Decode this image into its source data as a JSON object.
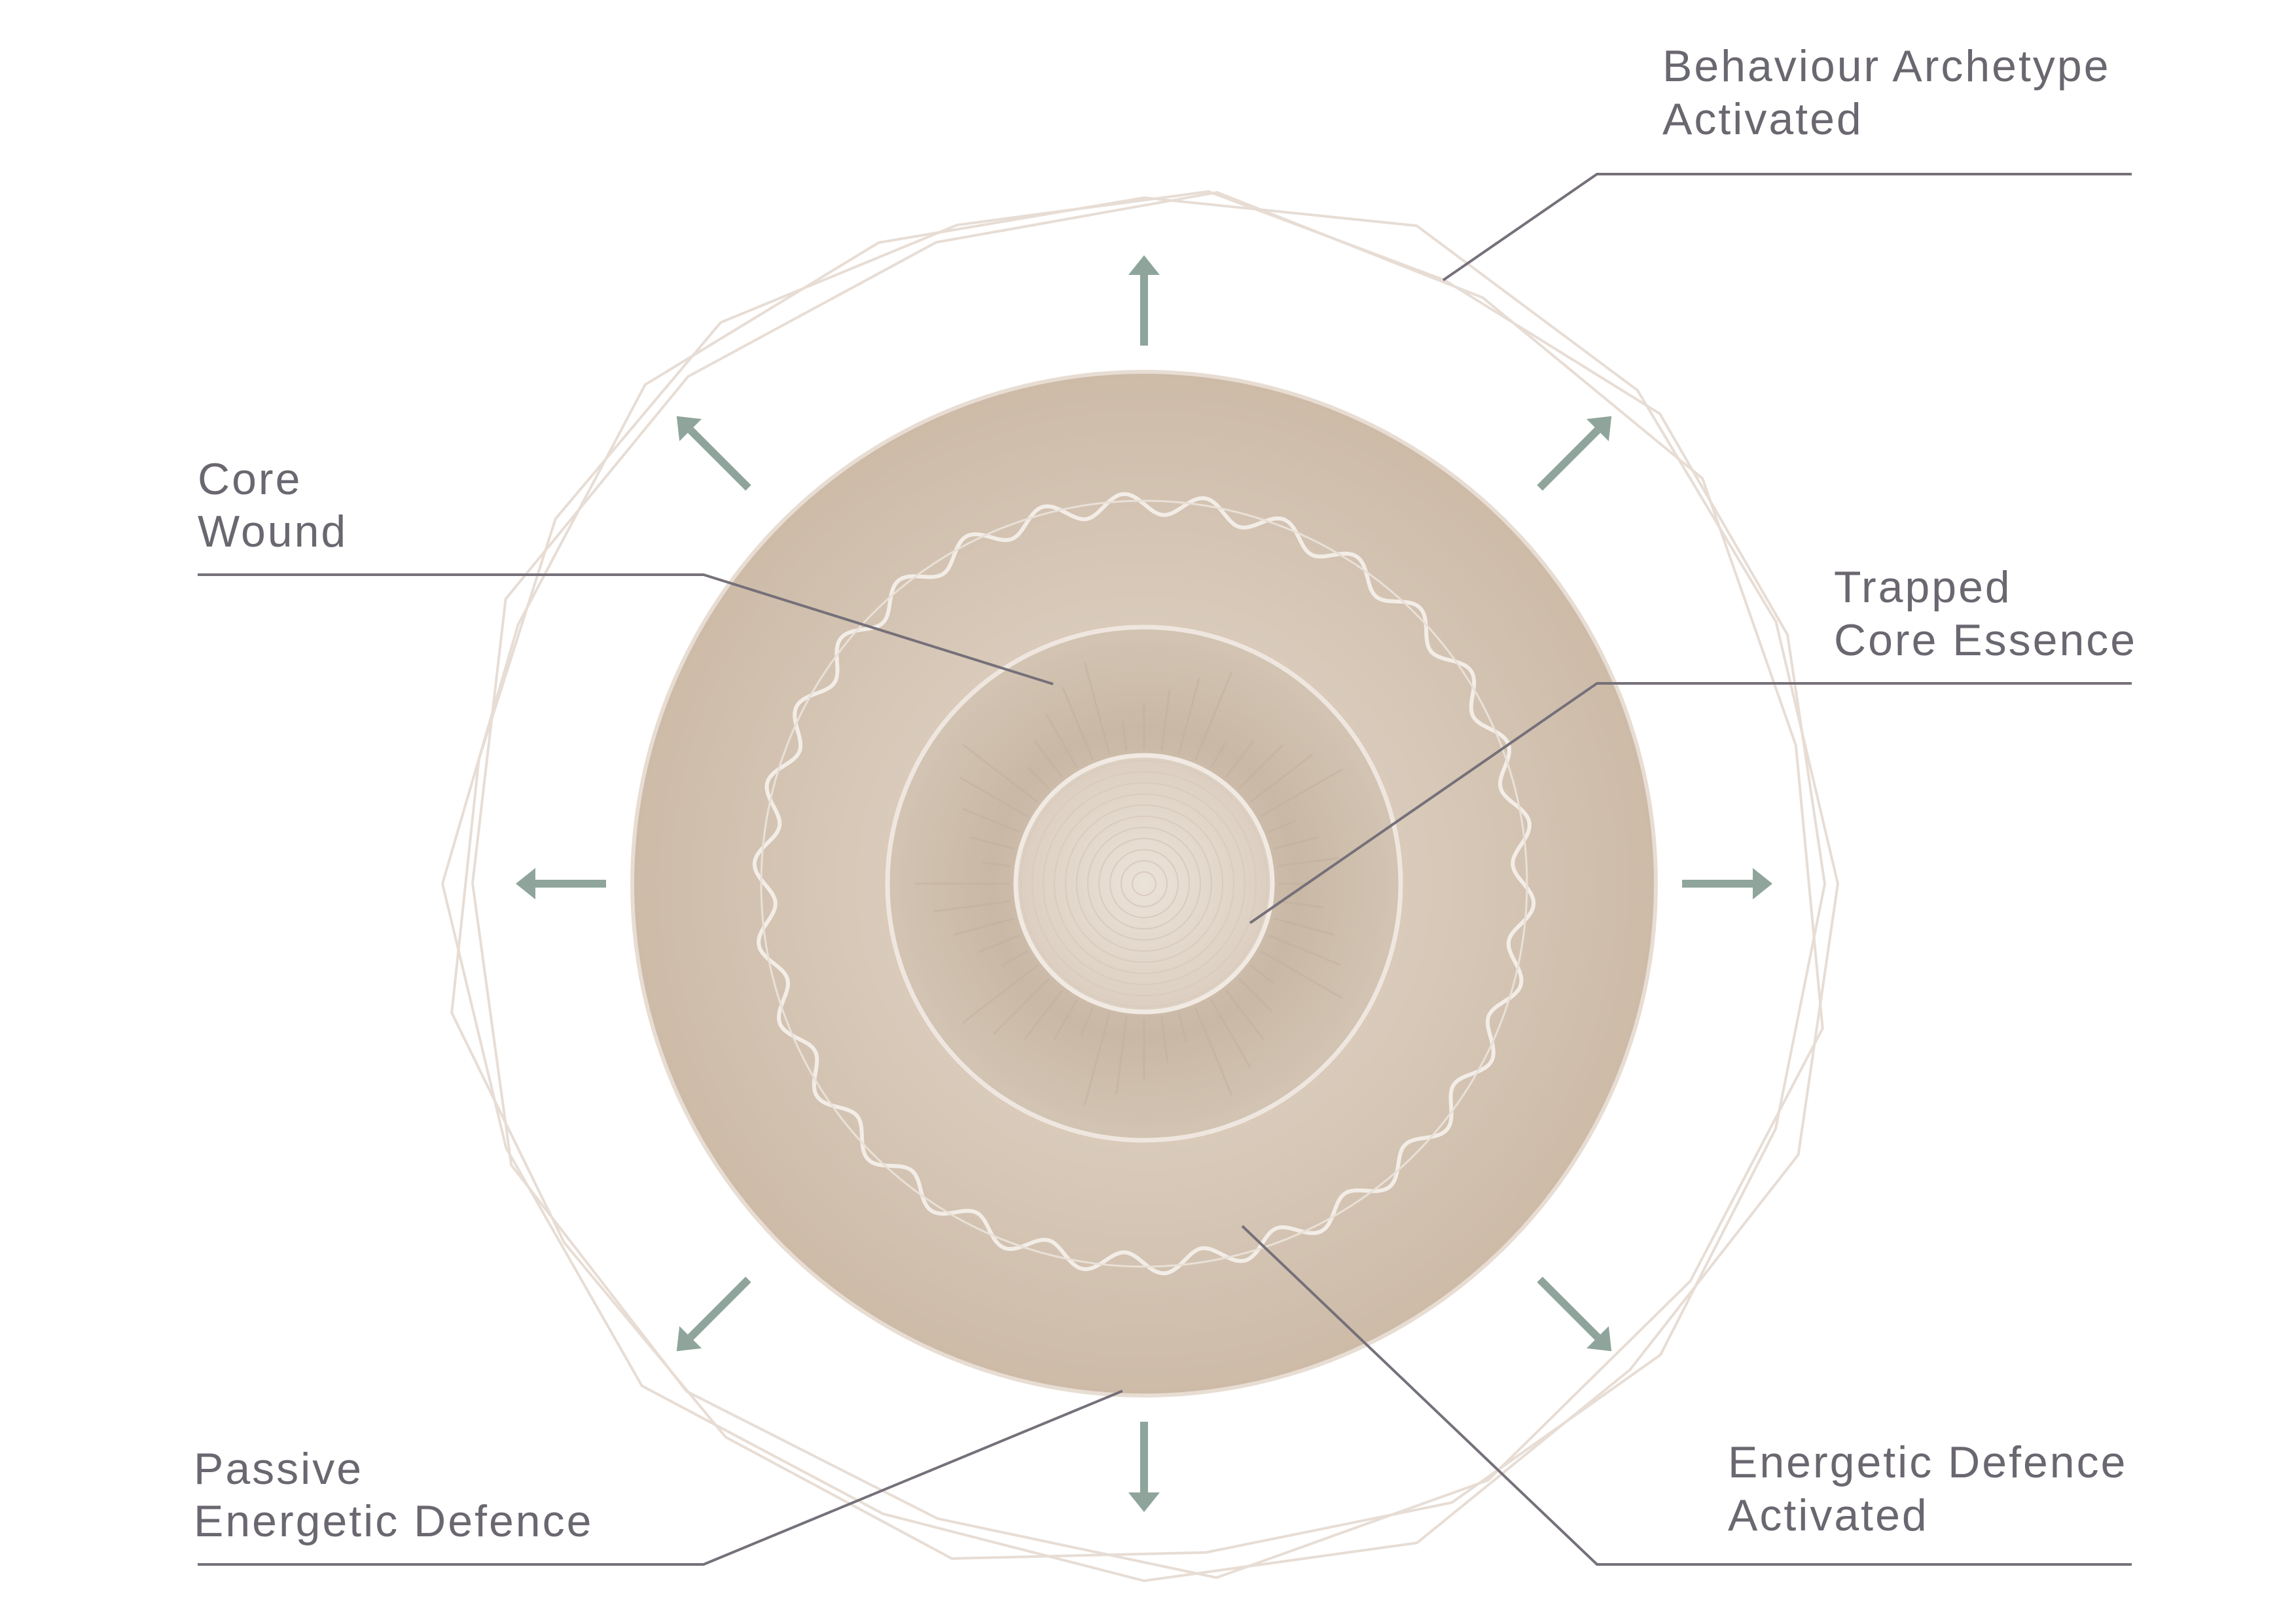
{
  "labels": {
    "behaviour_archetype": [
      "Behaviour Archetype",
      "Activated"
    ],
    "core_wound": [
      "Core",
      "Wound"
    ],
    "trapped_core_essence": [
      "Trapped",
      "Core Essence"
    ],
    "passive_energetic_defence": [
      "Passive",
      "Energetic Defence"
    ],
    "energetic_defence_activated": [
      "Energetic Defence",
      "Activated"
    ]
  },
  "colors": {
    "background": "#ffffff",
    "outer_disc": "#d0bfae",
    "outer_disc_center": "#ddd0c3",
    "inner_disc": "#c7b6a3",
    "core_disc": "#e2d6ca",
    "ring_stroke": "#ece3db",
    "arrow": "#8fa59c",
    "polygon_stroke": "#e7ddd5",
    "leader_line": "#757079",
    "label_text": "#6b6770"
  },
  "icons": {
    "arrows": "outward-arrow-icon",
    "outer_polygons": "overlapping-polygon-outline"
  }
}
